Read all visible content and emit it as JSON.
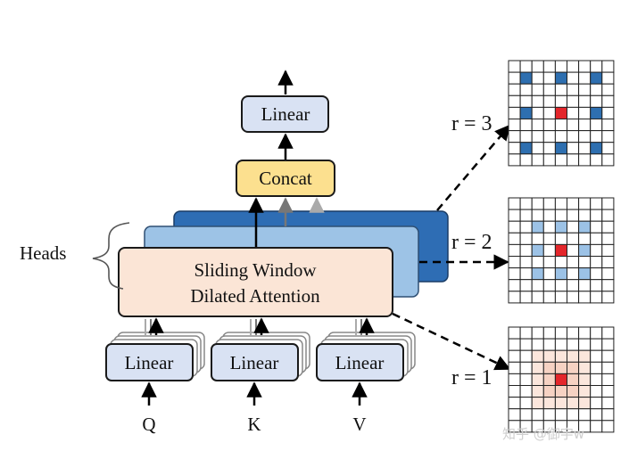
{
  "diagram": {
    "heads_label": "Heads",
    "sliding_window": {
      "line1": "Sliding Window",
      "line2": "Dilated Attention"
    },
    "concat_label": "Concat",
    "linear_out_label": "Linear",
    "inputs": [
      {
        "linear_label": "Linear",
        "input_label": "Q"
      },
      {
        "linear_label": "Linear",
        "input_label": "K"
      },
      {
        "linear_label": "Linear",
        "input_label": "V"
      }
    ],
    "dilation_grids": [
      {
        "label": "r = 3",
        "rate": 3,
        "center_color": "#e3262b",
        "selected_color": "#2e6fb0",
        "window_color": null
      },
      {
        "label": "r = 2",
        "rate": 2,
        "center_color": "#e3262b",
        "selected_color": "#9cc2e6",
        "window_color": null
      },
      {
        "label": "r = 1",
        "rate": 1,
        "center_color": "#e3262b",
        "selected_color": "#f6d2c3",
        "window_color": "#fbe6dc"
      }
    ],
    "watermark": "知乎 @御宇w"
  },
  "colors": {
    "linear_fill": "#d9e2f3",
    "concat_fill": "#fce08f",
    "attention_fill": "#fbe5d6",
    "head2_fill": "#9dc3e6",
    "head3_fill": "#2e6db4",
    "grid_line": "#222222"
  }
}
